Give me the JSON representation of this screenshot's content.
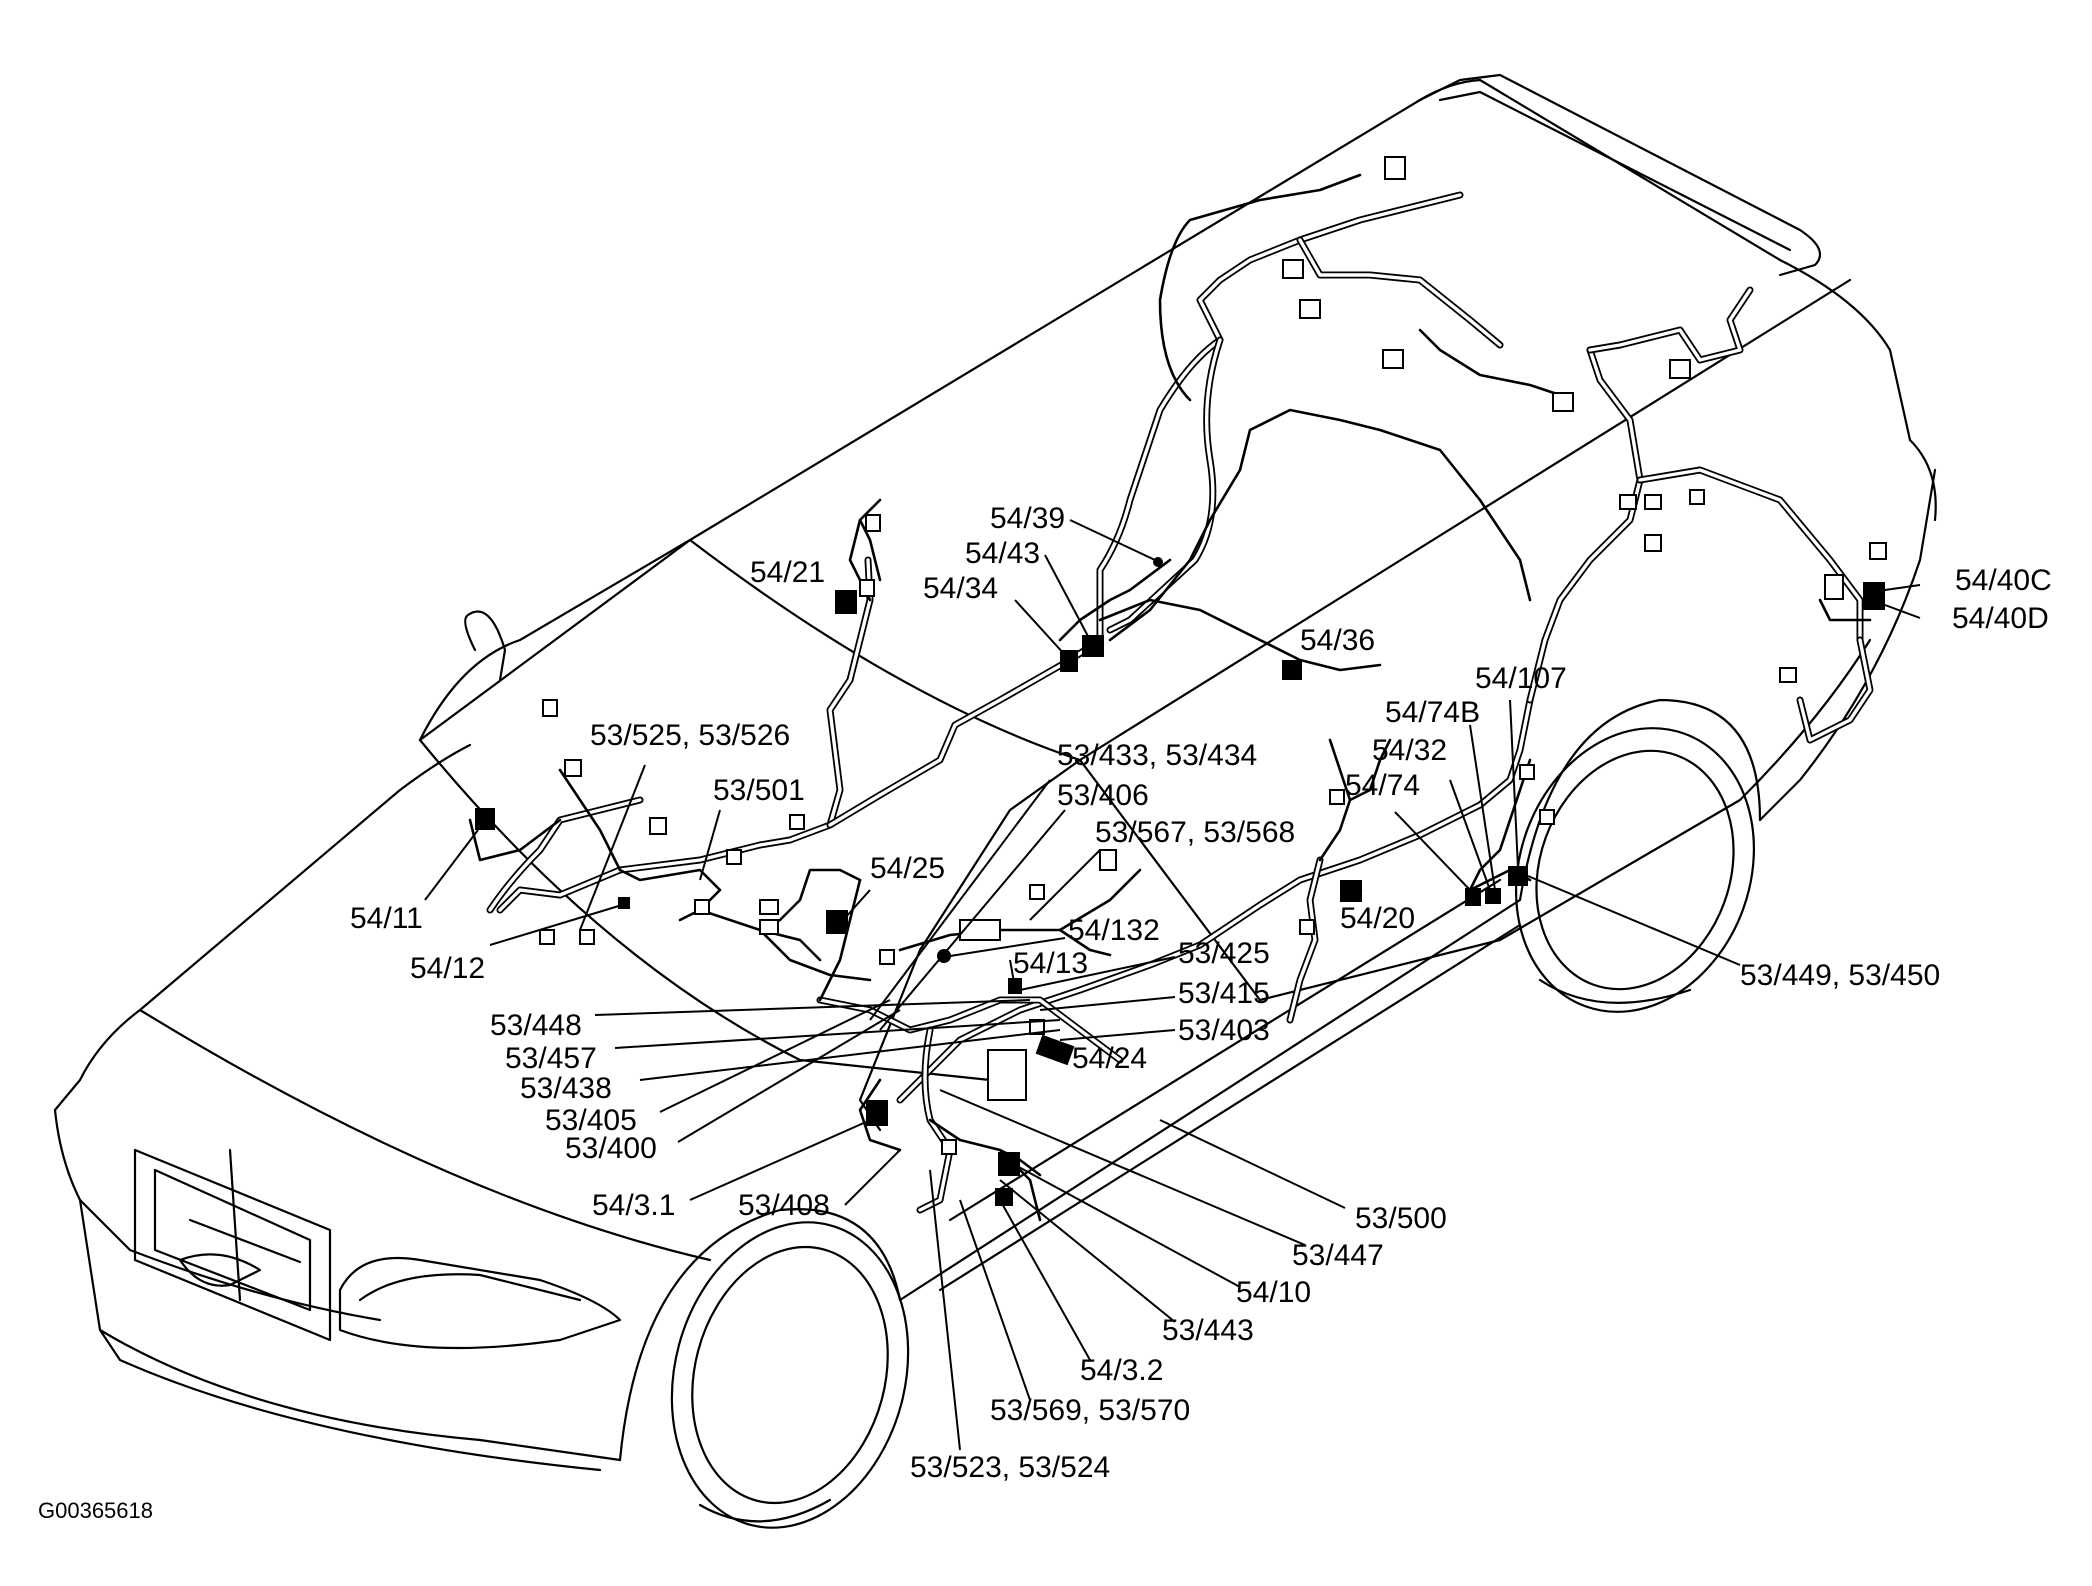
{
  "figure_code": "G00365618",
  "labels": [
    {
      "id": "54-39",
      "text": "54/39"
    },
    {
      "id": "54-43",
      "text": "54/43"
    },
    {
      "id": "54-34",
      "text": "54/34"
    },
    {
      "id": "54-21",
      "text": "54/21"
    },
    {
      "id": "54-36",
      "text": "54/36"
    },
    {
      "id": "54-40c",
      "text": "54/40C"
    },
    {
      "id": "54-40d",
      "text": "54/40D"
    },
    {
      "id": "54-107",
      "text": "54/107"
    },
    {
      "id": "54-74b",
      "text": "54/74B"
    },
    {
      "id": "54-32",
      "text": "54/32"
    },
    {
      "id": "54-74",
      "text": "54/74"
    },
    {
      "id": "53-525-526",
      "text": "53/525, 53/526"
    },
    {
      "id": "53-433-434",
      "text": "53/433, 53/434"
    },
    {
      "id": "53-406",
      "text": "53/406"
    },
    {
      "id": "53-501",
      "text": "53/501"
    },
    {
      "id": "53-567-568",
      "text": "53/567, 53/568"
    },
    {
      "id": "54-25",
      "text": "54/25"
    },
    {
      "id": "54-20",
      "text": "54/20"
    },
    {
      "id": "54-11",
      "text": "54/11"
    },
    {
      "id": "54-132",
      "text": "54/132"
    },
    {
      "id": "54-12",
      "text": "54/12"
    },
    {
      "id": "54-13",
      "text": "54/13"
    },
    {
      "id": "53-425",
      "text": "53/425"
    },
    {
      "id": "53-449-450",
      "text": "53/449, 53/450"
    },
    {
      "id": "53-448",
      "text": "53/448"
    },
    {
      "id": "53-415",
      "text": "53/415"
    },
    {
      "id": "53-457",
      "text": "53/457"
    },
    {
      "id": "53-403",
      "text": "53/403"
    },
    {
      "id": "54-24",
      "text": "54/24"
    },
    {
      "id": "53-438",
      "text": "53/438"
    },
    {
      "id": "53-405",
      "text": "53/405"
    },
    {
      "id": "53-400",
      "text": "53/400"
    },
    {
      "id": "54-3-1",
      "text": "54/3.1"
    },
    {
      "id": "53-408",
      "text": "53/408"
    },
    {
      "id": "53-500",
      "text": "53/500"
    },
    {
      "id": "53-447",
      "text": "53/447"
    },
    {
      "id": "54-10",
      "text": "54/10"
    },
    {
      "id": "53-443",
      "text": "53/443"
    },
    {
      "id": "54-3-2",
      "text": "54/3.2"
    },
    {
      "id": "53-569-570",
      "text": "53/569, 53/570"
    },
    {
      "id": "53-523-524",
      "text": "53/523, 53/524"
    }
  ]
}
